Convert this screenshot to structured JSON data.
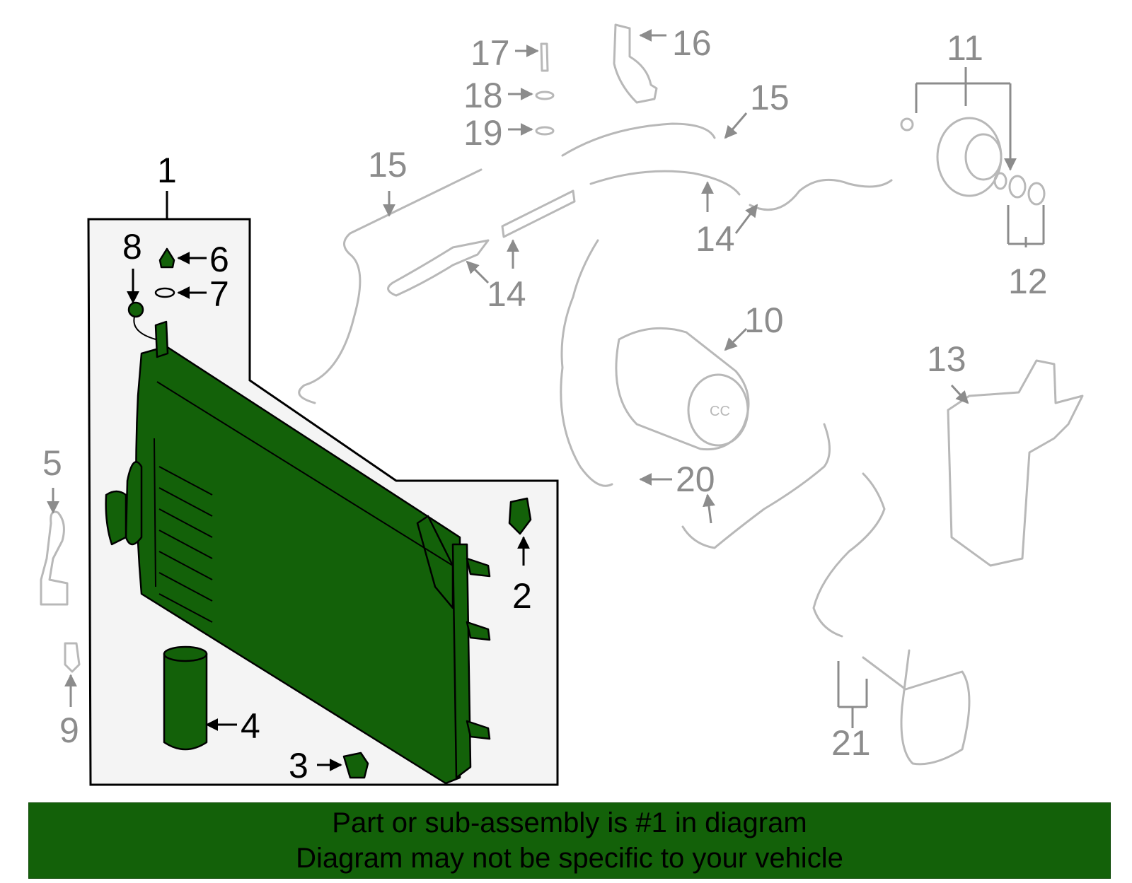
{
  "labels": {
    "l1": "1",
    "l2": "2",
    "l3": "3",
    "l4": "4",
    "l5": "5",
    "l6": "6",
    "l7": "7",
    "l8": "8",
    "l9": "9",
    "l10": "10",
    "l11": "11",
    "l12": "12",
    "l13": "13",
    "l14a": "14",
    "l14b": "14",
    "l15a": "15",
    "l15b": "15",
    "l16": "16",
    "l17": "17",
    "l18": "18",
    "l19": "19",
    "l20": "20",
    "l21": "21"
  },
  "banner": {
    "line1": "Part or sub-assembly is #1 in diagram",
    "line2": "Diagram may not be specific to your vehicle"
  },
  "colors": {
    "highlight": "#136109",
    "ghost": "#b8b8b8",
    "callout_gray": "#8c8c8c"
  }
}
